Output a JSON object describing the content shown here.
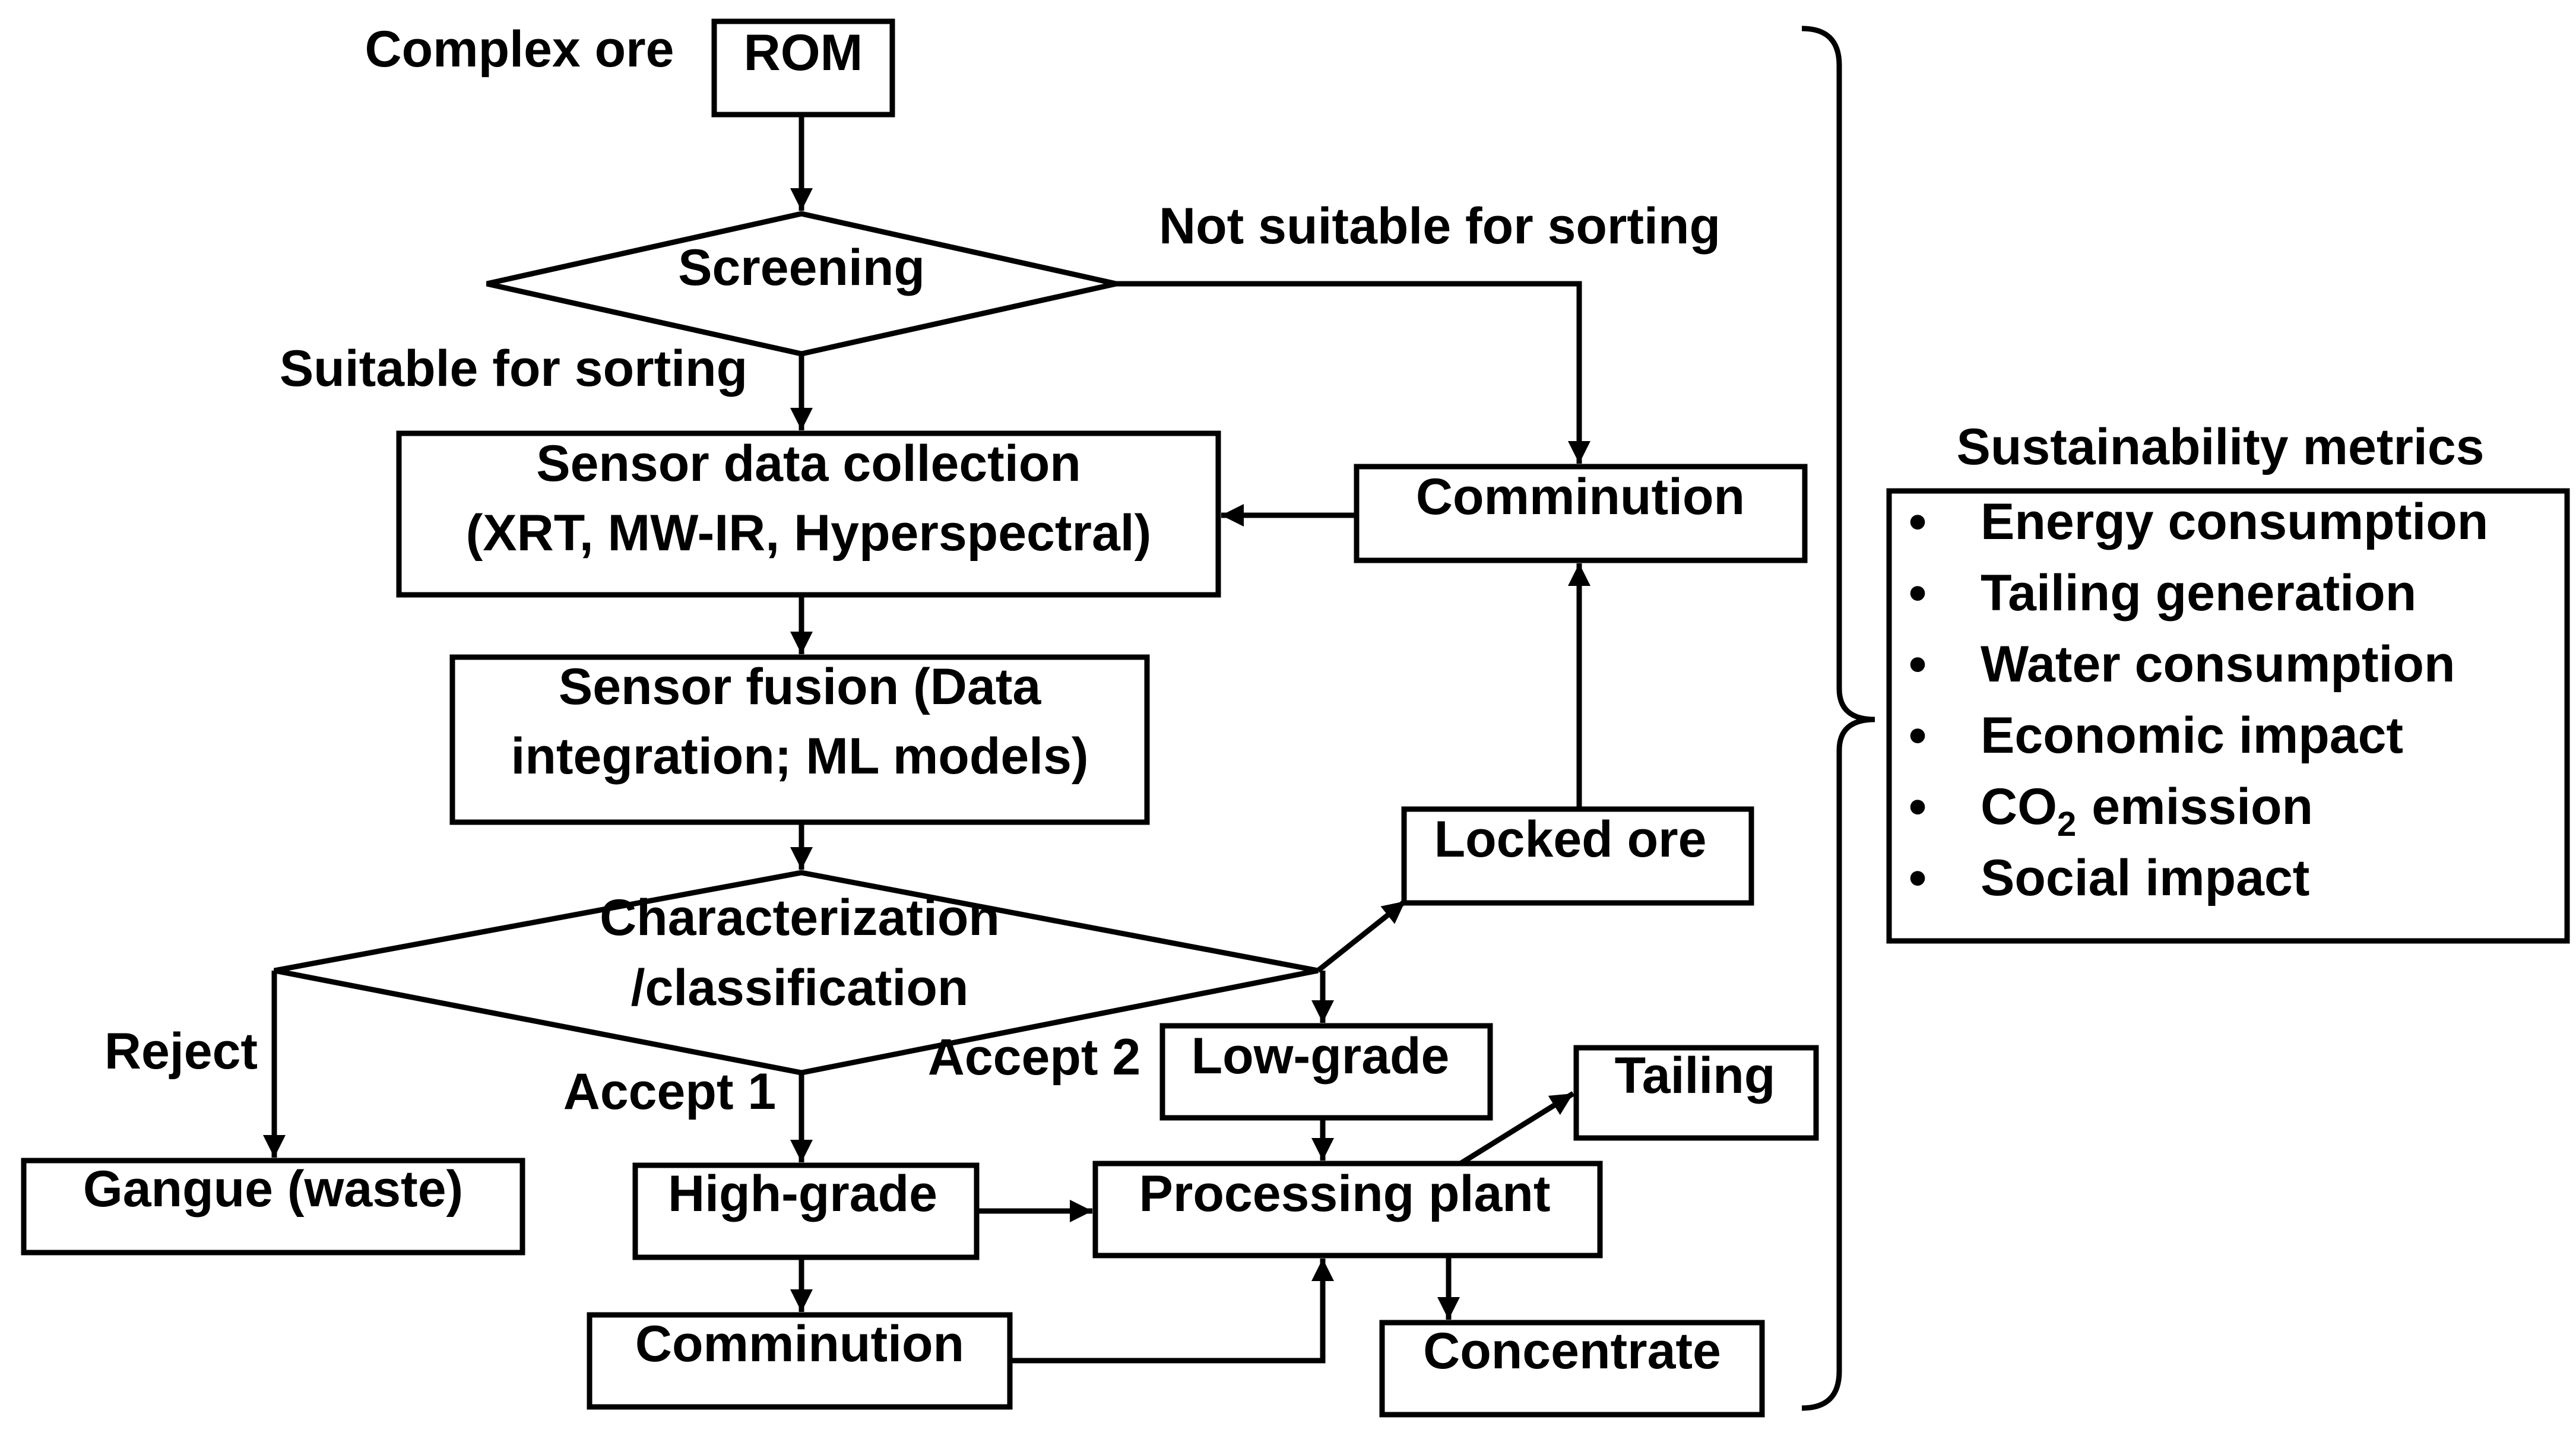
{
  "nodes": {
    "complex_ore": "Complex ore",
    "rom": "ROM",
    "screening": "Screening",
    "not_suitable": "Not suitable for sorting",
    "suitable": "Suitable for sorting",
    "sensor_collection_line1": "Sensor data collection",
    "sensor_collection_line2": "(XRT, MW-IR, Hyperspectral)",
    "comminution_top": "Comminution",
    "sensor_fusion_line1": "Sensor fusion (Data",
    "sensor_fusion_line2": "integration; ML models)",
    "locked_ore": "Locked ore",
    "characterization_line1": "Characterization",
    "characterization_line2": "/classification",
    "reject": "Reject",
    "accept1": "Accept 1",
    "accept2": "Accept 2",
    "low_grade": "Low-grade",
    "tailing": "Tailing",
    "gangue": "Gangue (waste)",
    "high_grade": "High-grade",
    "processing_plant": "Processing plant",
    "comminution_bottom": "Comminution",
    "concentrate": "Concentrate"
  },
  "metrics": {
    "title": "Sustainability metrics",
    "bullet": "•",
    "items": [
      "Energy consumption",
      "Tailing generation",
      "Water consumption",
      "Economic impact",
      "CO",
      "Social impact"
    ],
    "co2_subscript": "2",
    "co2_suffix": "emission"
  }
}
